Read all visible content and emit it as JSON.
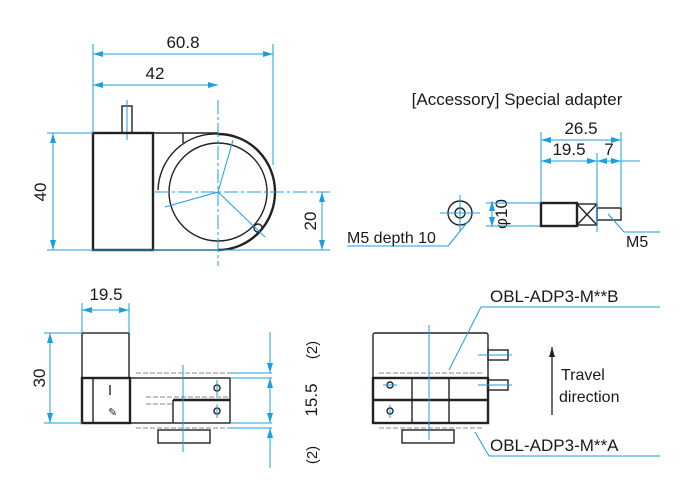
{
  "top_view": {
    "dim_overall_width": "60.8",
    "dim_center_offset": "42",
    "dim_height": "40",
    "dim_center_height": "20"
  },
  "accessory": {
    "title": "[Accessory] Special adapter",
    "dim_total_length": "26.5",
    "dim_body_length": "19.5",
    "dim_thread_length": "7",
    "dim_diameter": "φ10",
    "hole_label": "M5 depth 10",
    "thread_label": "M5"
  },
  "side_view": {
    "dim_block_width": "19.5",
    "dim_height": "30",
    "dim_gap_top": "(2)",
    "dim_stage": "15.5",
    "dim_gap_bottom": "(2)"
  },
  "front_view": {
    "label_b": "OBL-ADP3-M**B",
    "label_a": "OBL-ADP3-M**A",
    "travel_line1": "Travel",
    "travel_line2": "direction"
  },
  "colors": {
    "dimension": "#1a9fe0",
    "outline": "#222222"
  }
}
